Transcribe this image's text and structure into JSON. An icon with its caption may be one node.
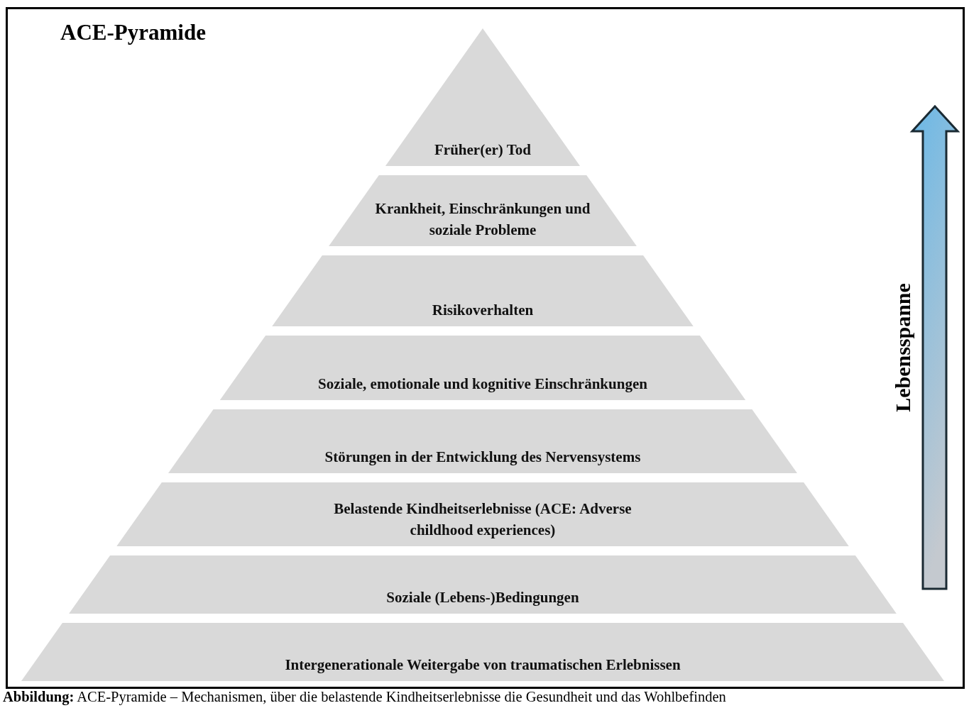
{
  "diagram": {
    "title": "ACE-Pyramide",
    "caption": "**Abbildung:** ACE-Pyramide – Mechanismen, über die belastende Kindheitserlebnisse die Gesundheit und das Wohlbefinden",
    "nodes": [
      {
        "text": [
          "Früher(er) Tod"
        ]
      },
      {
        "text": [
          "Krankheit, Einschränkungen und soziale Probleme"
        ]
      },
      {
        "text": [
          "Risikoverhalten"
        ]
      },
      {
        "text": [
          "Soziale, emotionale und kognitive Einschränkungen"
        ]
      },
      {
        "text": [
          "Störungen in der Entwicklung des Nervensystems"
        ]
      },
      {
        "text": [
          "Belastende Kindheitserlebnisse (ACE: Adverse childhood experiences)"
        ]
      },
      {
        "text": [
          "Soziale (Lebens-)Bedingungen"
        ]
      },
      {
        "text": [
          "Intergenerationale Weitergabe von traumatischen Erlebnissen"
        ]
      }
    ],
    "labels": [
      "Lebensspanne"
    ]
  }
}
